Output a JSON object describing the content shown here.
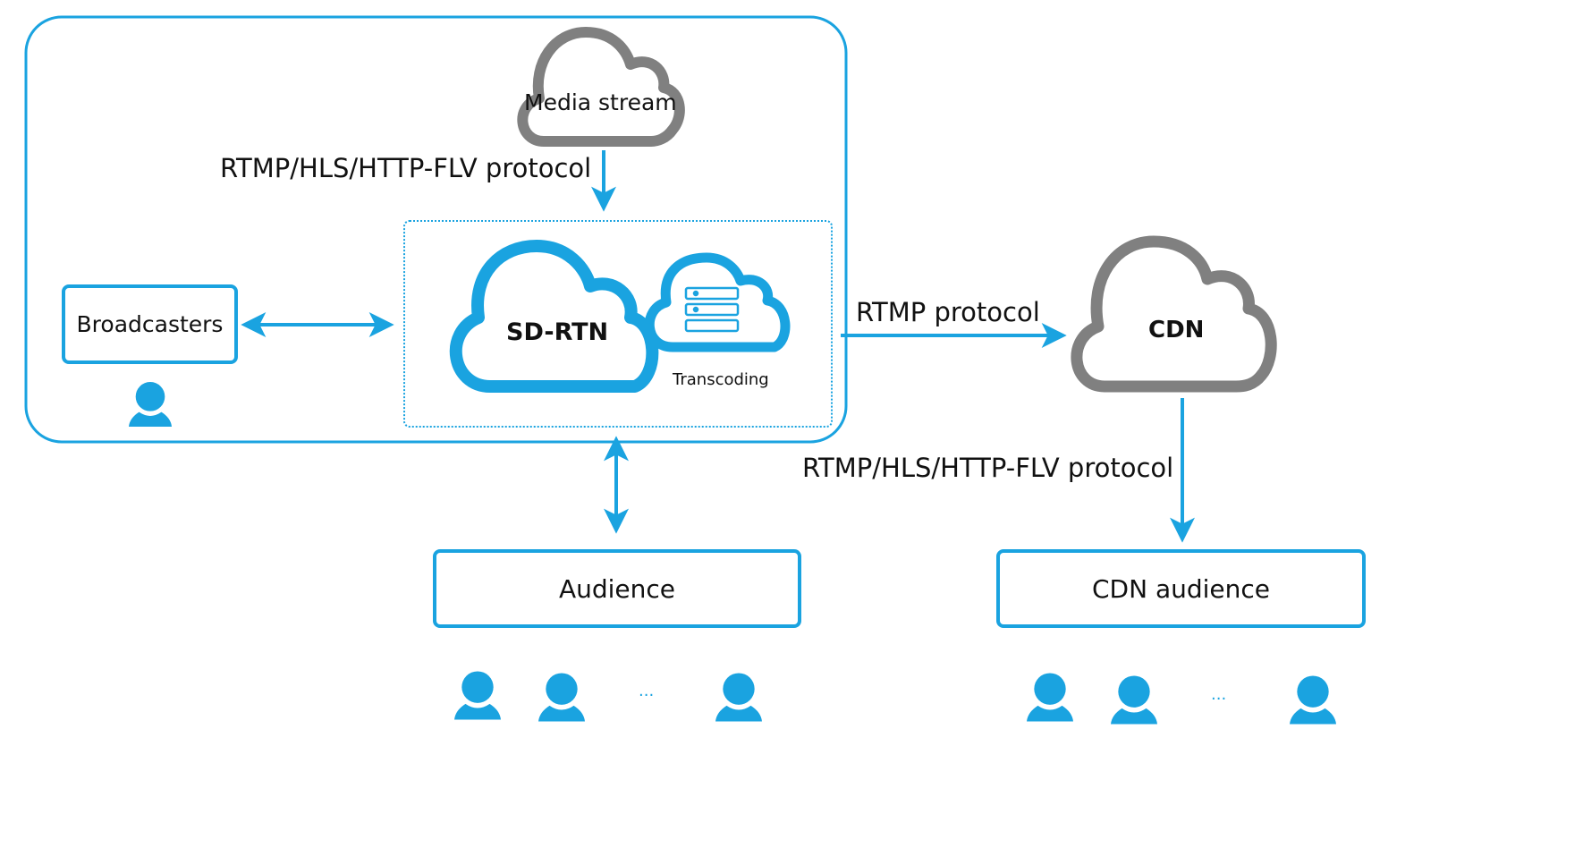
{
  "diagram": {
    "accent_color": "#1aa3e0",
    "cloud_gray": "#808080",
    "nodes": {
      "media_stream": "Media stream",
      "sd_rtn": "SD-RTN",
      "transcoding": "Transcoding",
      "cdn": "CDN",
      "broadcasters": "Broadcasters",
      "audience": "Audience",
      "cdn_audience": "CDN audience"
    },
    "edges": {
      "media_to_sdrtn": "RTMP/HLS/HTTP-FLV protocol",
      "sdrtn_to_cdn": "RTMP protocol",
      "cdn_to_cdn_audience": "RTMP/HLS/HTTP-FLV protocol"
    },
    "ellipsis": "...",
    "icons": [
      "user-icon",
      "server-icon",
      "cloud-icon"
    ]
  }
}
